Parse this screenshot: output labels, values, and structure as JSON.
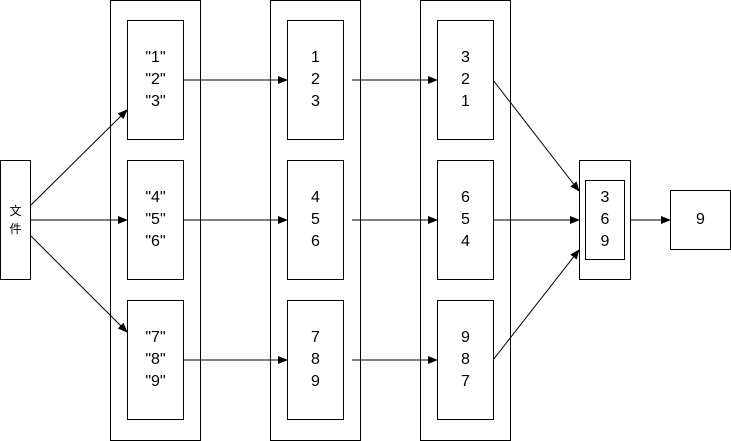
{
  "source": {
    "lines": [
      "文",
      "件"
    ]
  },
  "stage1": [
    {
      "lines": [
        "\"1\"",
        "\"2\"",
        "\"3\""
      ]
    },
    {
      "lines": [
        "\"4\"",
        "\"5\"",
        "\"6\""
      ]
    },
    {
      "lines": [
        "\"7\"",
        "\"8\"",
        "\"9\""
      ]
    }
  ],
  "stage2": [
    {
      "lines": [
        "1",
        "2",
        "3"
      ]
    },
    {
      "lines": [
        "4",
        "5",
        "6"
      ]
    },
    {
      "lines": [
        "7",
        "8",
        "9"
      ]
    }
  ],
  "stage3": [
    {
      "lines": [
        "3",
        "2",
        "1"
      ]
    },
    {
      "lines": [
        "6",
        "5",
        "4"
      ]
    },
    {
      "lines": [
        "9",
        "8",
        "7"
      ]
    }
  ],
  "merge": {
    "lines": [
      "3",
      "6",
      "9"
    ]
  },
  "result": {
    "value": "9"
  }
}
